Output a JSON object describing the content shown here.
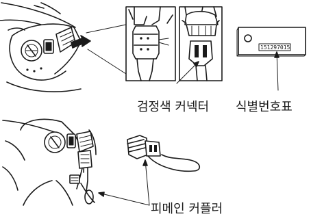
{
  "labels": {
    "black_connector": "검정색 커넥터",
    "id_tag": "식별번호표",
    "dummy_coupler": "피메인 커플러"
  },
  "id_tag_number": "151297015"
}
